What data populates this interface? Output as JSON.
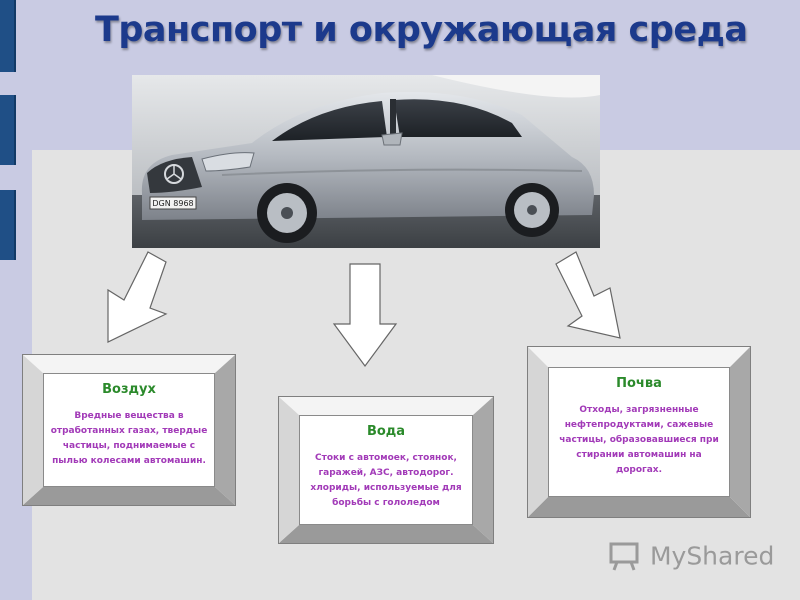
{
  "title": "Транспорт и окружающая среда",
  "boxes": {
    "air": {
      "heading": "Воздух",
      "text": "Вредные вещества в отработанных газах, твердые частицы, поднимаемые с пылью колесами автомашин."
    },
    "water": {
      "heading": "Вода",
      "text": "Стоки с автомоек, стоянок, гаражей, АЗС, автодорог. хлориды, используемые для борьбы с гололедом"
    },
    "soil": {
      "heading": "Почва",
      "text": "Отходы, загрязненные нефтепродуктами, сажевые частицы, образовавшиеся при стирании автомашин на дорогах."
    }
  },
  "car_plate": "DGN 8968",
  "watermark": {
    "text": "MyShared",
    "icon": "presentation-board-icon"
  },
  "colors": {
    "title": "#1c3a8c",
    "heading": "#2b8a2b",
    "body_text": "#a23ab8",
    "background": "#c9cbe3",
    "panel": "#e3e3e3",
    "side_tabs": "#1f4f86"
  }
}
